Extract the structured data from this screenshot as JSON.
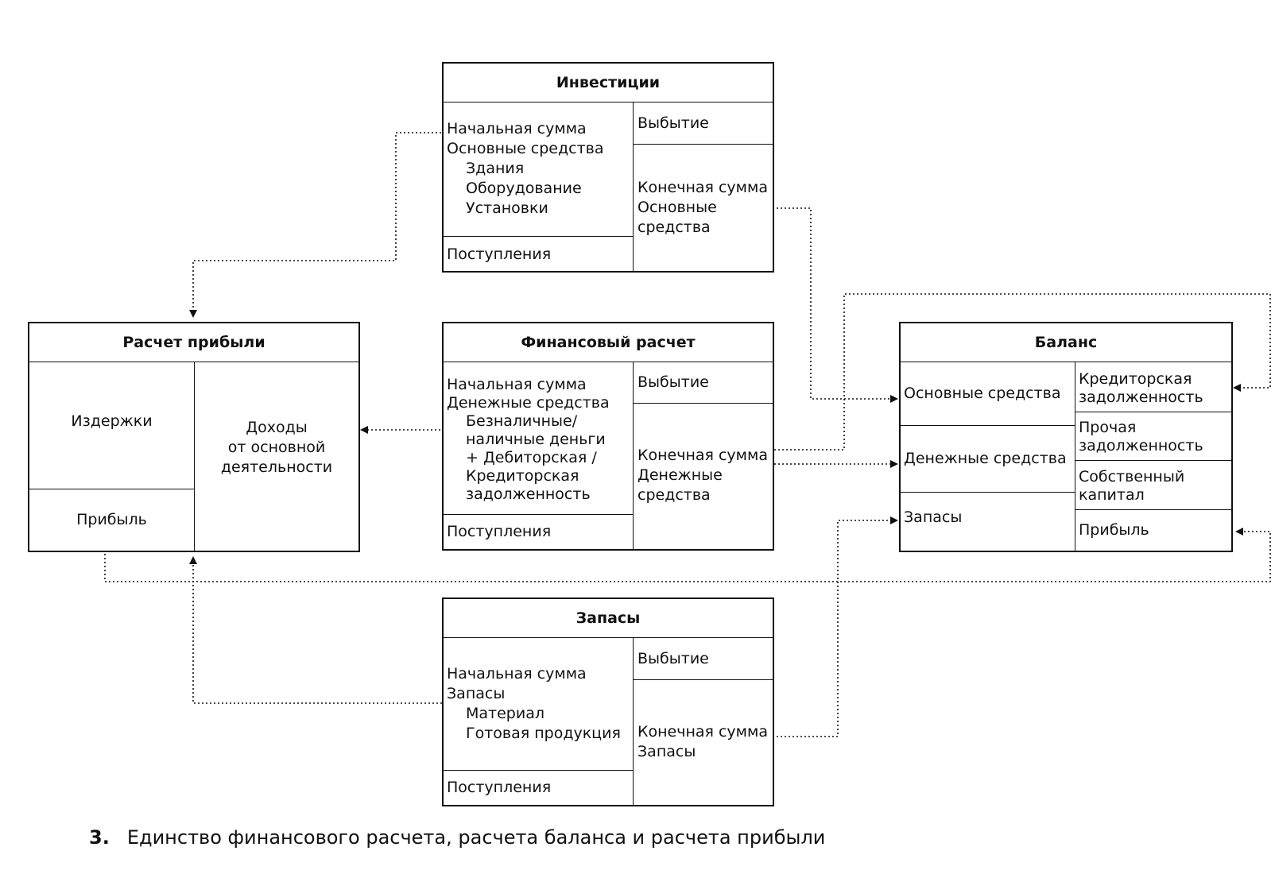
{
  "investments": {
    "title": "Инвестиции",
    "left": [
      "Начальная сумма",
      "Основные средства",
      "Здания",
      "Оборудование",
      "Установки"
    ],
    "receipts": "Поступления",
    "disposal": "Выбытие",
    "final": [
      "Конечная сумма",
      "Основные",
      "средства"
    ]
  },
  "profit_calc": {
    "title": "Расчет прибыли",
    "costs": "Издержки",
    "profit": "Прибыль",
    "income": [
      "Доходы",
      "от основной",
      "деятельности"
    ]
  },
  "financial_calc": {
    "title": "Финансовый расчет",
    "left": [
      "Начальная сумма",
      "Денежные средства",
      "Безналичные/",
      "наличные деньги",
      "+ Дебиторская /",
      "Кредиторская",
      "задолженность"
    ],
    "receipts": "Поступления",
    "disposal": "Выбытие",
    "final": [
      "Конечная сумма",
      "Денежные",
      "средства"
    ]
  },
  "balance": {
    "title": "Баланс",
    "fixed_assets": "Основные средства",
    "cash": "Денежные средства",
    "inventory": "Запасы",
    "payables": [
      "Кредиторская",
      "задолженность"
    ],
    "other_debt": [
      "Прочая",
      "задолженность"
    ],
    "equity": [
      "Собственный",
      "капитал"
    ],
    "profit": "Прибыль"
  },
  "stocks": {
    "title": "Запасы",
    "left": [
      "Начальная сумма",
      "Запасы",
      "Материал",
      "Готовая продукция"
    ],
    "receipts": "Поступления",
    "disposal": "Выбытие",
    "final": [
      "Конечная сумма",
      "Запасы"
    ]
  },
  "caption": {
    "number": "3.",
    "text": "Единство финансового расчета, расчета баланса и расчета прибыли"
  }
}
